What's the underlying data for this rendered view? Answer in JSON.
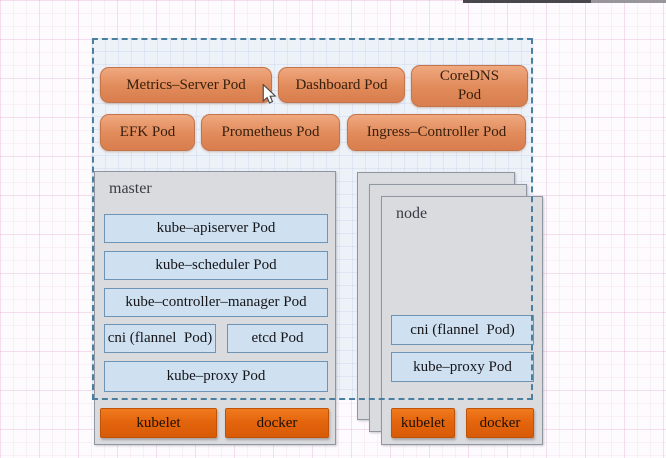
{
  "addon_panel": {
    "pods": [
      {
        "label": "Metrics–Server Pod"
      },
      {
        "label": "Dashboard Pod"
      },
      {
        "label": "CoreDNS Pod"
      },
      {
        "label": "EFK Pod"
      },
      {
        "label": "Prometheus Pod"
      },
      {
        "label": "Ingress–Controller Pod"
      }
    ]
  },
  "master": {
    "title": "master",
    "pods": [
      {
        "label": "kube–apiserver Pod"
      },
      {
        "label": "kube–scheduler Pod"
      },
      {
        "label": "kube–controller–manager Pod"
      },
      {
        "label": "cni (flannel  Pod)"
      },
      {
        "label": "etcd Pod"
      },
      {
        "label": "kube–proxy Pod"
      }
    ],
    "runtimes": [
      {
        "label": "kubelet"
      },
      {
        "label": "docker"
      }
    ]
  },
  "node": {
    "title": "node",
    "pods": [
      {
        "label": "cni (flannel  Pod)"
      },
      {
        "label": "kube–proxy Pod"
      }
    ],
    "runtimes": [
      {
        "label": "kubelet"
      },
      {
        "label": "docker"
      }
    ]
  },
  "colors": {
    "addon_pod_fill": "#e18a5a",
    "addon_pod_border": "#c4744b",
    "pod_box_fill": "#cfe1f0",
    "pod_box_border": "#6d94b4",
    "machine_fill": "#d9dbdf",
    "machine_border": "#90969f",
    "runtime_fill": "#e4650d",
    "panel_fill": "#edf1f8",
    "panel_border": "#4a7fa0"
  }
}
